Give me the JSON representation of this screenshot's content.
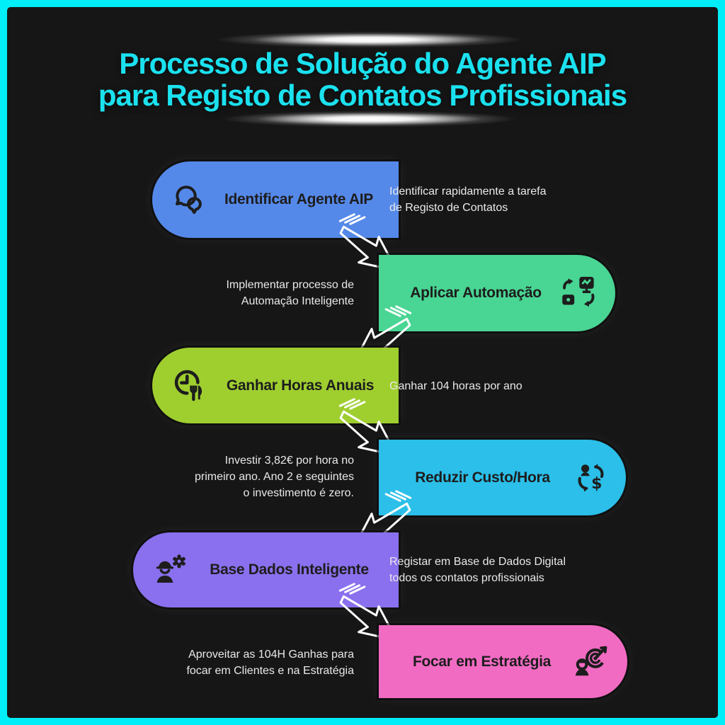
{
  "frame": {
    "border_color": "#00eef7",
    "background": "#161616"
  },
  "title": {
    "line1": "Processo de Solução do Agente AIP",
    "line2": "para Registo de Contatos Profissionais",
    "color": "#1be1ef"
  },
  "label_color": "#1d1d1d",
  "description_color": "#e9e9e9",
  "arrow_color": "#ffffff",
  "icons": {
    "dollar_glyph": "$"
  },
  "steps": [
    {
      "label": "Identificar Agente AIP",
      "description": "Identificar rapidamente a tarefa\nde Registo de Contatos",
      "color": "#5589e9",
      "icon": "chat-bubbles-icon",
      "pill_side": "left"
    },
    {
      "label": "Aplicar Automação",
      "description": "Implementar processo de\nAutomação Inteligente",
      "color": "#49d593",
      "icon": "automation-icon",
      "pill_side": "right"
    },
    {
      "label": "Ganhar Horas Anuais",
      "description": "Ganhar 104 horas por ano",
      "color": "#9fce2f",
      "icon": "clock-utensils-icon",
      "pill_side": "left"
    },
    {
      "label": "Reduzir Custo/Hora",
      "description": "Investir 3,82€ por hora no\nprimeiro ano. Ano 2 e seguintes\no investimento é zero.",
      "color": "#2bbfe9",
      "icon": "person-cost-exchange-icon",
      "pill_side": "right"
    },
    {
      "label": "Base Dados Inteligente",
      "description": "Registar em Base de Dados Digital\ntodos os contatos profissionais",
      "color": "#8a70ee",
      "icon": "engineer-gear-icon",
      "pill_side": "left"
    },
    {
      "label": "Focar em Estratégia",
      "description": "Aproveitar as 104H Ganhas para\nfocar em Clientes e na Estratégia",
      "color": "#f26bc3",
      "icon": "person-target-icon",
      "pill_side": "right"
    }
  ]
}
